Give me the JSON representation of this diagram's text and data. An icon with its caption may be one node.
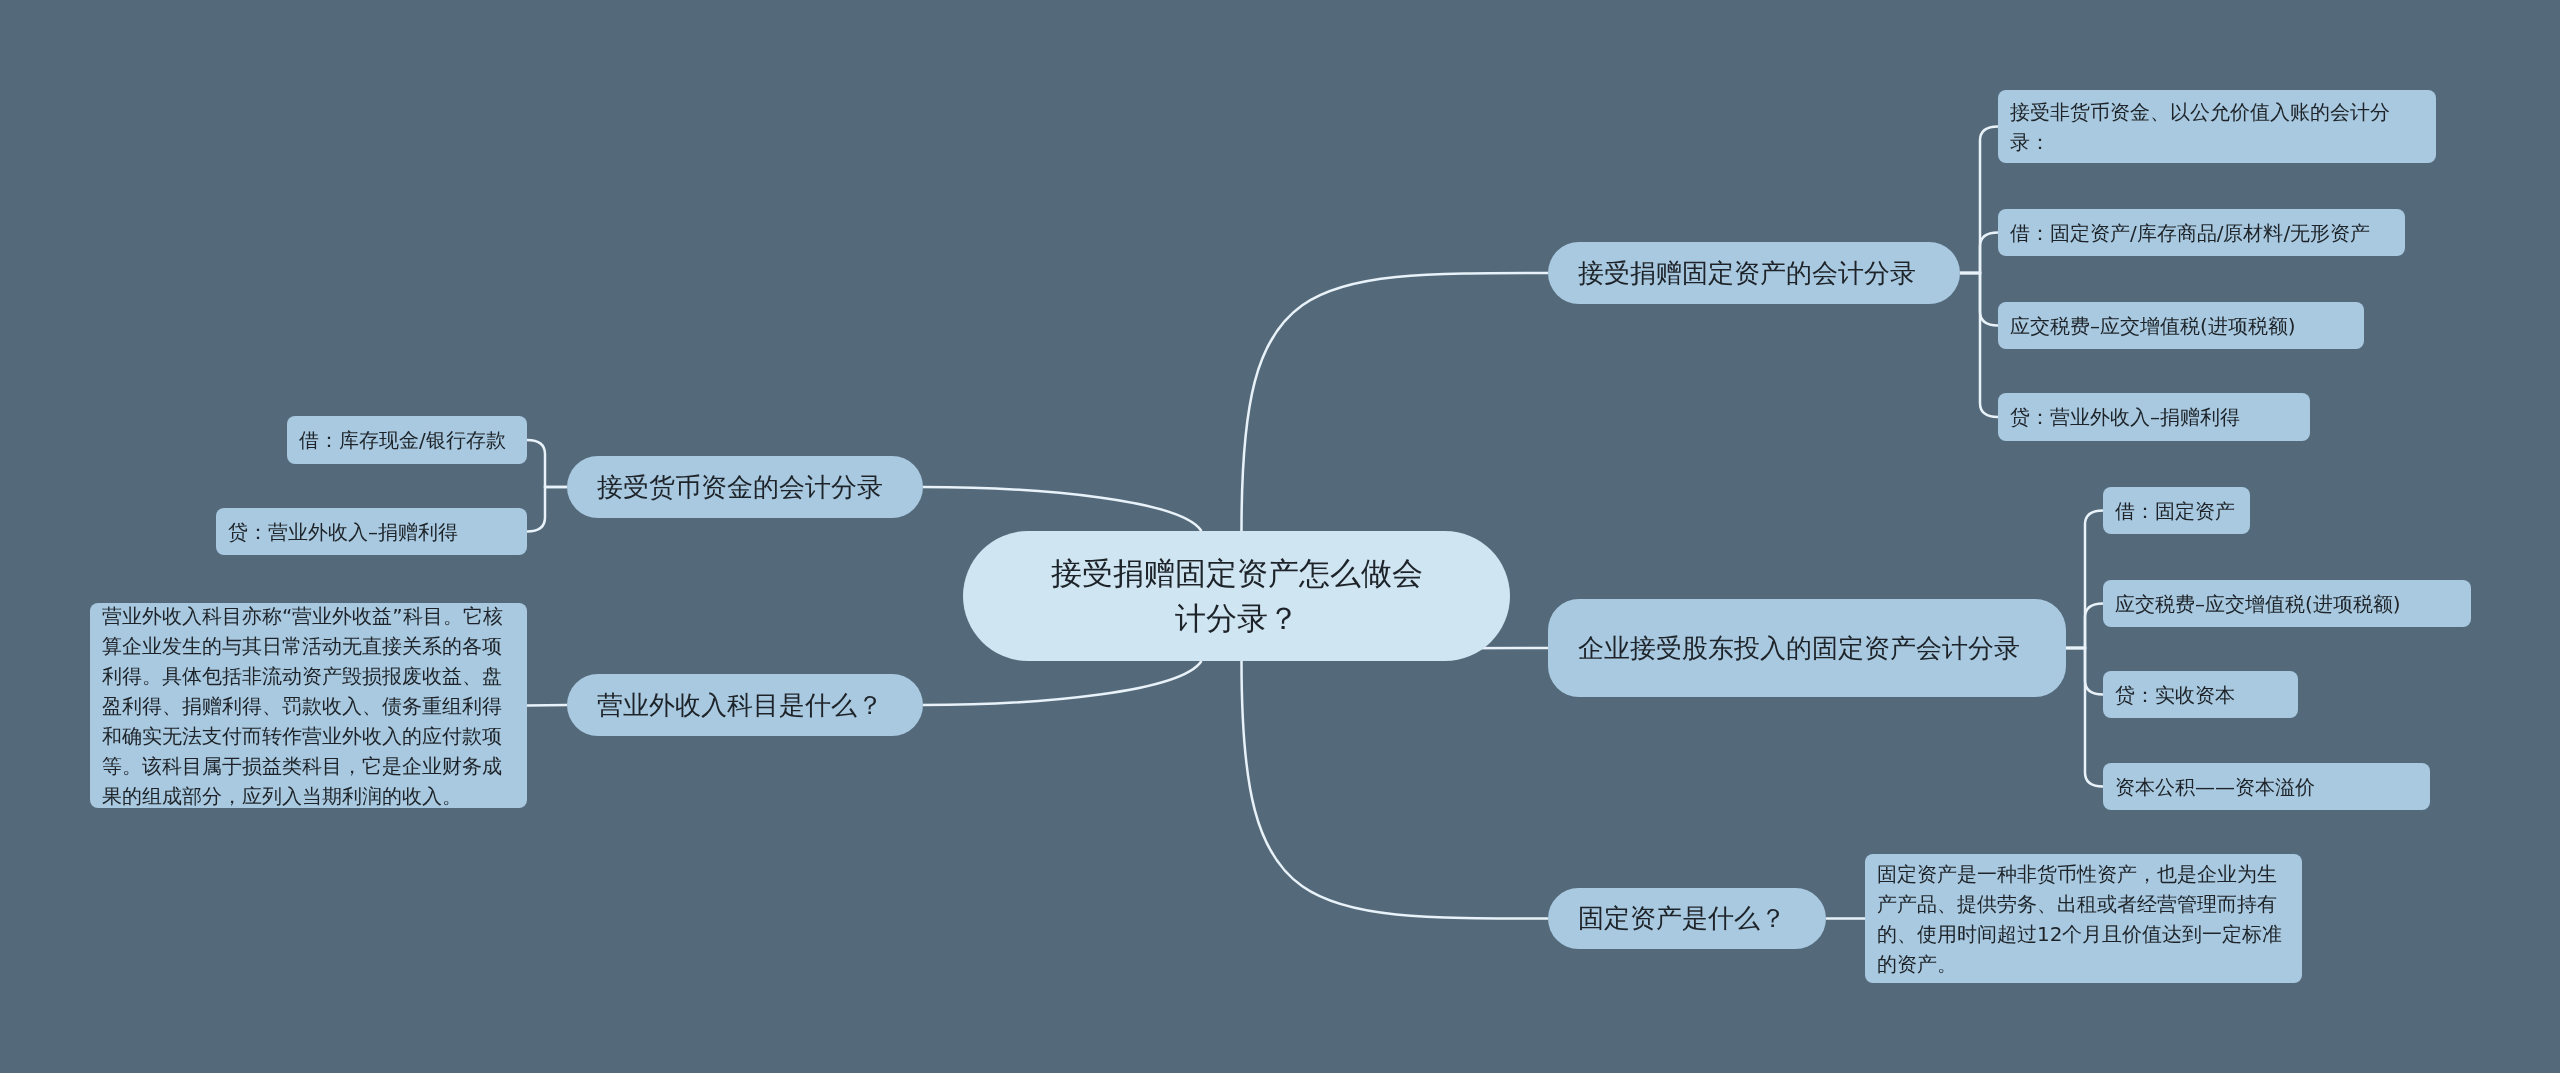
{
  "diagram": {
    "nodes": [
      {
        "text": [
          "接受捐赠固定资产怎么做会计分录？"
        ]
      },
      {
        "text": [
          "接受货币资金的会计分录"
        ]
      },
      {
        "text": [
          "借：库存现金/银行存款"
        ]
      },
      {
        "text": [
          "贷：营业外收入–捐赠利得"
        ]
      },
      {
        "text": [
          "营业外收入科目是什么？"
        ]
      },
      {
        "text": [
          "营业外收入科目亦称“营业外收益”科目。它核算企业发生的与其日常活动无直接关系的各项利得。具体包括非流动资产毁损报废收益、盘盈利得、捐赠利得、罚款收入、债务重组利得和确实无法支付而转作营业外收入的应付款项等。该科目属于损益类科目，它是企业财务成果的组成部分，应列入当期利润的收入。"
        ]
      },
      {
        "text": [
          "接受捐赠固定资产的会计分录"
        ]
      },
      {
        "text": [
          "接受非货币资金、以公允价值入账的会计分录："
        ]
      },
      {
        "text": [
          "借：固定资产/库存商品/原材料/无形资产"
        ]
      },
      {
        "text": [
          "应交税费–应交增值税(进项税额)"
        ]
      },
      {
        "text": [
          "贷：营业外收入–捐赠利得"
        ]
      },
      {
        "text": [
          "企业接受股东投入的固定资产会计分录"
        ]
      },
      {
        "text": [
          "借：固定资产"
        ]
      },
      {
        "text": [
          "应交税费–应交增值税(进项税额)"
        ]
      },
      {
        "text": [
          "贷：实收资本"
        ]
      },
      {
        "text": [
          "资本公积——资本溢价"
        ]
      },
      {
        "text": [
          "固定资产是什么？"
        ]
      },
      {
        "text": [
          "固定资产是一种非货币性资产，也是企业为生产产品、提供劳务、出租或者经营管理而持有的、使用时间超过12个月且价值达到一定标准的资产。"
        ]
      }
    ],
    "edges": [
      {
        "from": 0,
        "to": 1,
        "arrow": "none"
      },
      {
        "from": 1,
        "to": 2,
        "arrow": "none"
      },
      {
        "from": 1,
        "to": 3,
        "arrow": "none"
      },
      {
        "from": 0,
        "to": 4,
        "arrow": "none"
      },
      {
        "from": 4,
        "to": 5,
        "arrow": "none"
      },
      {
        "from": 0,
        "to": 6,
        "arrow": "none"
      },
      {
        "from": 6,
        "to": 7,
        "arrow": "none"
      },
      {
        "from": 6,
        "to": 8,
        "arrow": "none"
      },
      {
        "from": 6,
        "to": 9,
        "arrow": "none"
      },
      {
        "from": 6,
        "to": 10,
        "arrow": "none"
      },
      {
        "from": 0,
        "to": 11,
        "arrow": "none"
      },
      {
        "from": 11,
        "to": 12,
        "arrow": "none"
      },
      {
        "from": 11,
        "to": 13,
        "arrow": "none"
      },
      {
        "from": 11,
        "to": 14,
        "arrow": "none"
      },
      {
        "from": 11,
        "to": 15,
        "arrow": "none"
      },
      {
        "from": 0,
        "to": 16,
        "arrow": "none"
      },
      {
        "from": 16,
        "to": 17,
        "arrow": "none"
      }
    ]
  }
}
